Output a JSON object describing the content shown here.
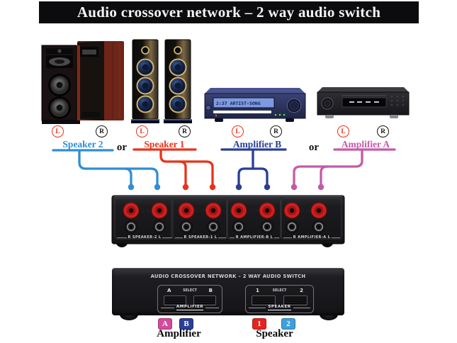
{
  "title_bar": {
    "title": "Audio crossover network – 2 way audio switch",
    "bg_color": "#0c0c0e",
    "text_color": "#f5f5f5"
  },
  "connections": {
    "channel_left": "L",
    "channel_right": "R",
    "or_label": "or",
    "speaker2": {
      "label": "Speaker 2",
      "color": "#2e8ed4"
    },
    "speaker1": {
      "label": "Speaker 1",
      "color": "#e8331a"
    },
    "amplifier_b": {
      "label": "Amplifier B",
      "color": "#293e96"
    },
    "amplifier_a": {
      "label": "Amplifier A",
      "color": "#c45aa8"
    }
  },
  "devices": {
    "amp_b_display": "2:37  ARTIST-SONG"
  },
  "rear_panel": {
    "sections": [
      {
        "label": "R SPEAKER-2 L"
      },
      {
        "label": "R SPEAKER-1 L"
      },
      {
        "label": "R AMPLIFIER-B L"
      },
      {
        "label": "R AMPLIFIER-A L"
      }
    ]
  },
  "front_panel": {
    "title": "AUDIO CROSSOVER NETWORK – 2 WAY AUDIO SWITCH",
    "amplifier_selector": {
      "left_option": "A",
      "select_label": "SELECT",
      "right_option": "B",
      "group_label": "AMPLIFIER"
    },
    "speaker_selector": {
      "left_option": "1",
      "select_label": "SELECT",
      "right_option": "2",
      "group_label": "SPEAKER"
    }
  },
  "legend": {
    "amplifier": {
      "badge_a": "A",
      "badge_a_color": "#d34b9c",
      "badge_b": "B",
      "badge_b_color": "#2b3f96",
      "label": "Amplifier"
    },
    "speaker": {
      "badge_1": "1",
      "badge_1_color": "#e5231e",
      "badge_2": "2",
      "badge_2_color": "#3f9fdc",
      "label": "Speaker"
    }
  }
}
